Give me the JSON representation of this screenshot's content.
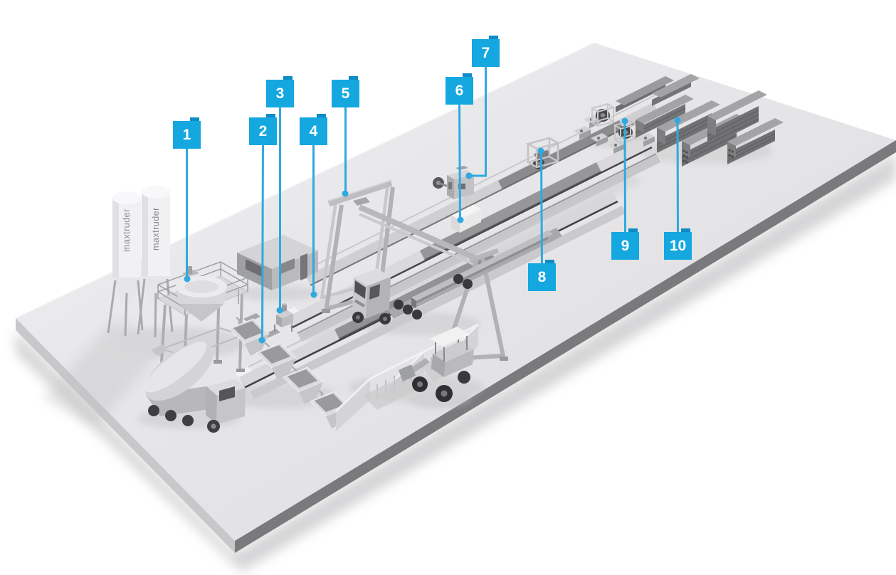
{
  "markers": [
    {
      "label": "1"
    },
    {
      "label": "2"
    },
    {
      "label": "3"
    },
    {
      "label": "4"
    },
    {
      "label": "5"
    },
    {
      "label": "6"
    },
    {
      "label": "7"
    },
    {
      "label": "8"
    },
    {
      "label": "9"
    },
    {
      "label": "10"
    }
  ],
  "silos": {
    "brand": "maxtruder"
  },
  "colors": {
    "marker_fill": "#14A7E0",
    "marker_tab": "#0D8CC6",
    "marker_text": "#FFFFFF",
    "leader_line": "#2FA9E0",
    "platform_top": "#E7E7E9",
    "platform_side_left": "#C7C8CA",
    "platform_side_right": "#7A7A7C",
    "background": "#FFFFFF"
  }
}
